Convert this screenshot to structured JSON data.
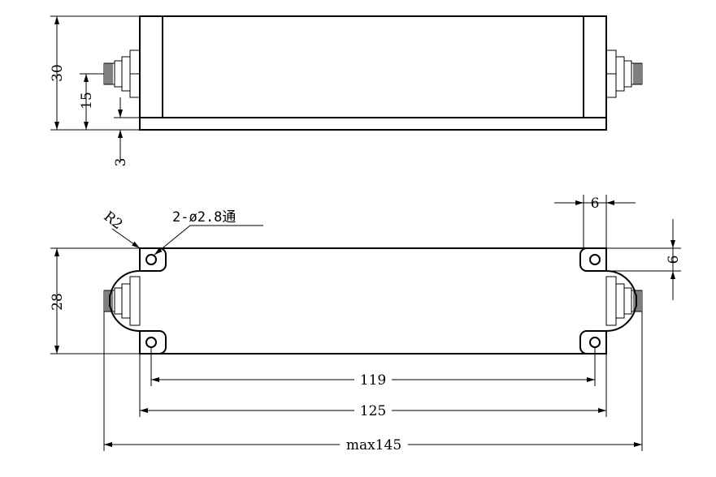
{
  "dimensions": {
    "side_height": "30",
    "connector_height": "15",
    "base_thickness": "3",
    "body_height": "28",
    "hole_spacing": "119",
    "body_length": "125",
    "max_length": "max145",
    "hole_offset_x": "6",
    "hole_offset_y": "6",
    "corner_radius": "R2",
    "holes_note": "2-ø2.8通"
  }
}
